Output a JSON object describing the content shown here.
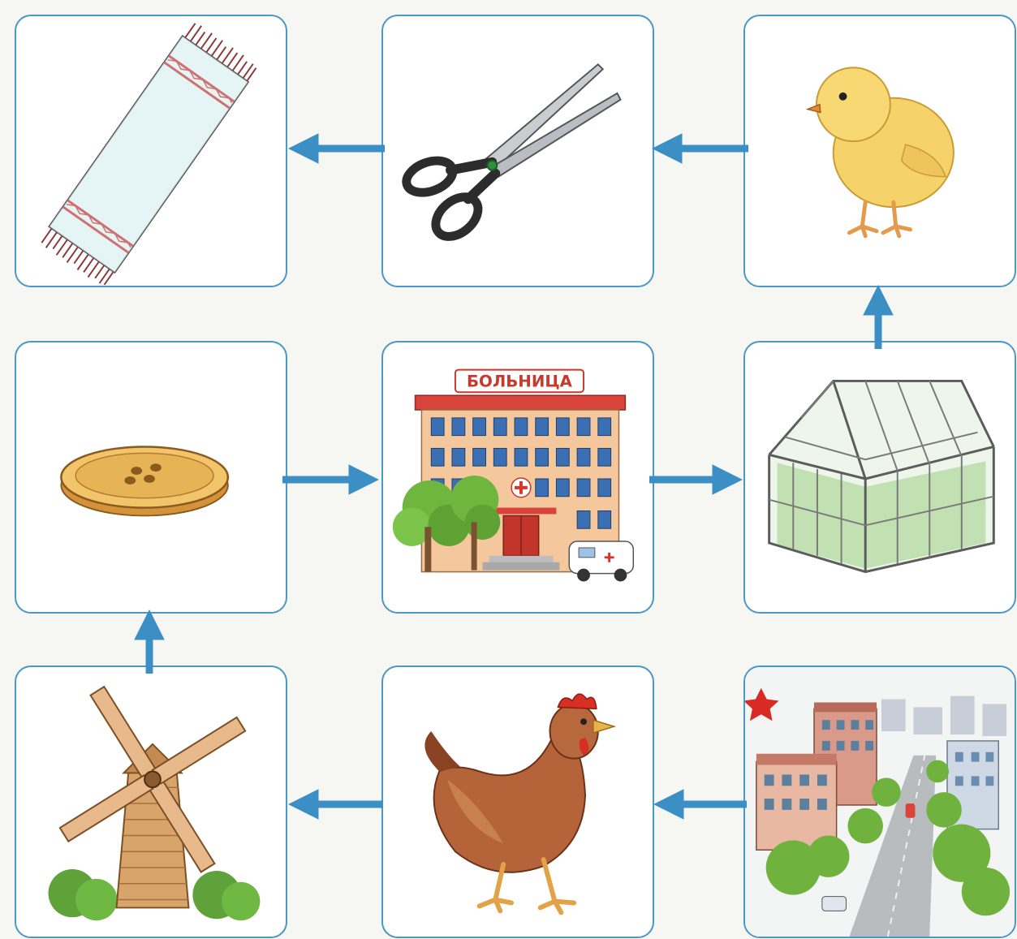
{
  "cards": [
    {
      "id": "towel",
      "picture": "embroidered-towel"
    },
    {
      "id": "scissors",
      "picture": "scissors"
    },
    {
      "id": "chick",
      "picture": "chick"
    },
    {
      "id": "button",
      "picture": "sewing-button"
    },
    {
      "id": "hospital",
      "picture": "hospital-building",
      "sign": "БОЛЬНИЦА"
    },
    {
      "id": "greenhouse",
      "picture": "greenhouse"
    },
    {
      "id": "windmill",
      "picture": "windmill"
    },
    {
      "id": "hen",
      "picture": "hen"
    },
    {
      "id": "city",
      "picture": "city-street"
    }
  ],
  "arrows": [
    {
      "from": "city",
      "to": "hen"
    },
    {
      "from": "hen",
      "to": "windmill"
    },
    {
      "from": "windmill",
      "to": "button"
    },
    {
      "from": "button",
      "to": "hospital"
    },
    {
      "from": "hospital",
      "to": "greenhouse"
    },
    {
      "from": "greenhouse",
      "to": "chick"
    },
    {
      "from": "chick",
      "to": "scissors"
    },
    {
      "from": "scissors",
      "to": "towel"
    }
  ],
  "colors": {
    "card_border": "#4a97c9",
    "arrow": "#3c8fc4",
    "background": "#f6f6f3"
  }
}
